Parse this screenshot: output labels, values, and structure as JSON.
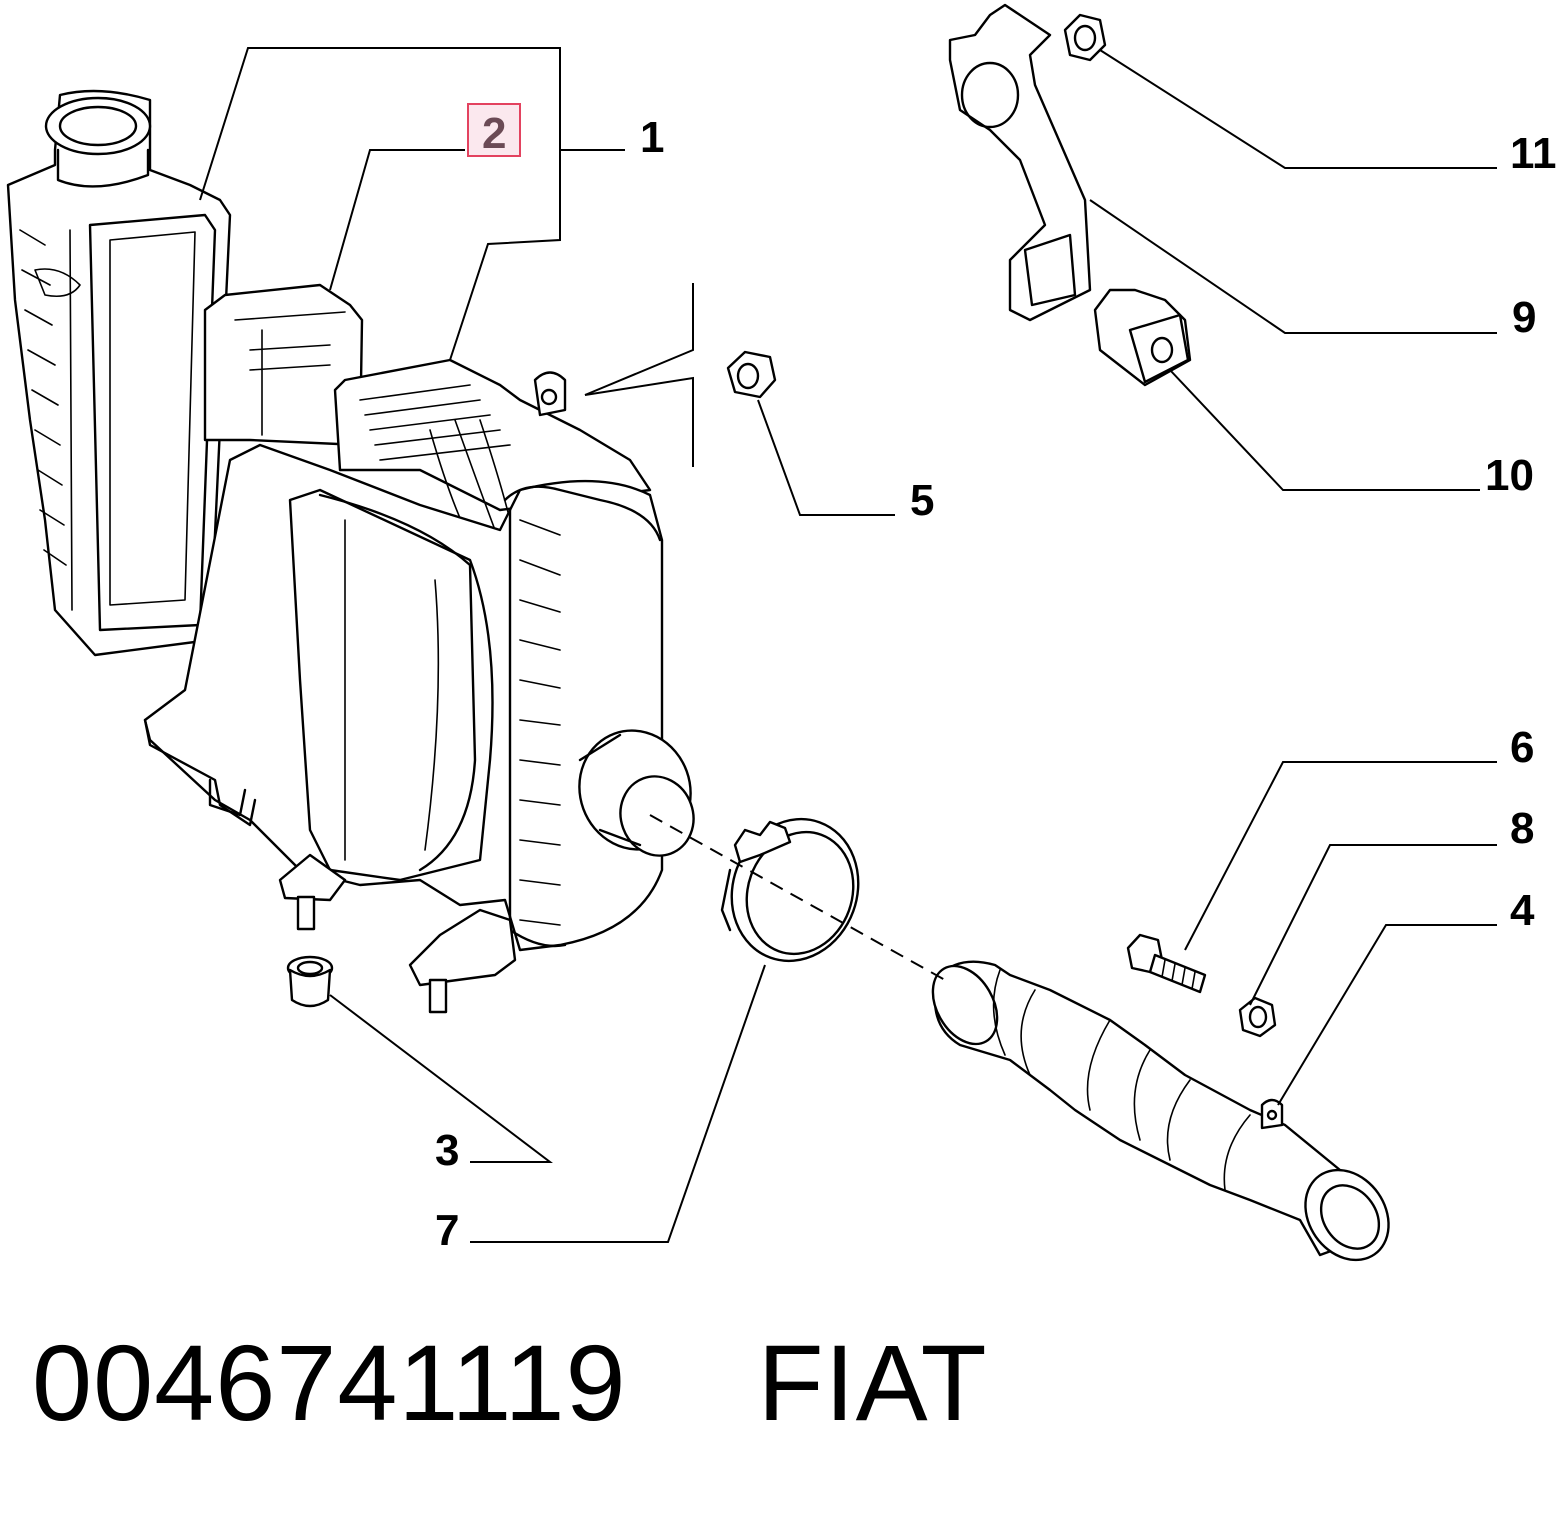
{
  "callouts": {
    "c1": "1",
    "c2": "2",
    "c3": "3",
    "c4": "4",
    "c5": "5",
    "c6": "6",
    "c7": "7",
    "c8": "8",
    "c9": "9",
    "c10": "10",
    "c11": "11"
  },
  "highlighted_callout": "2",
  "highlight_color": "#e3425f",
  "caption": {
    "part_number": "0046741119",
    "brand": "FIAT"
  }
}
